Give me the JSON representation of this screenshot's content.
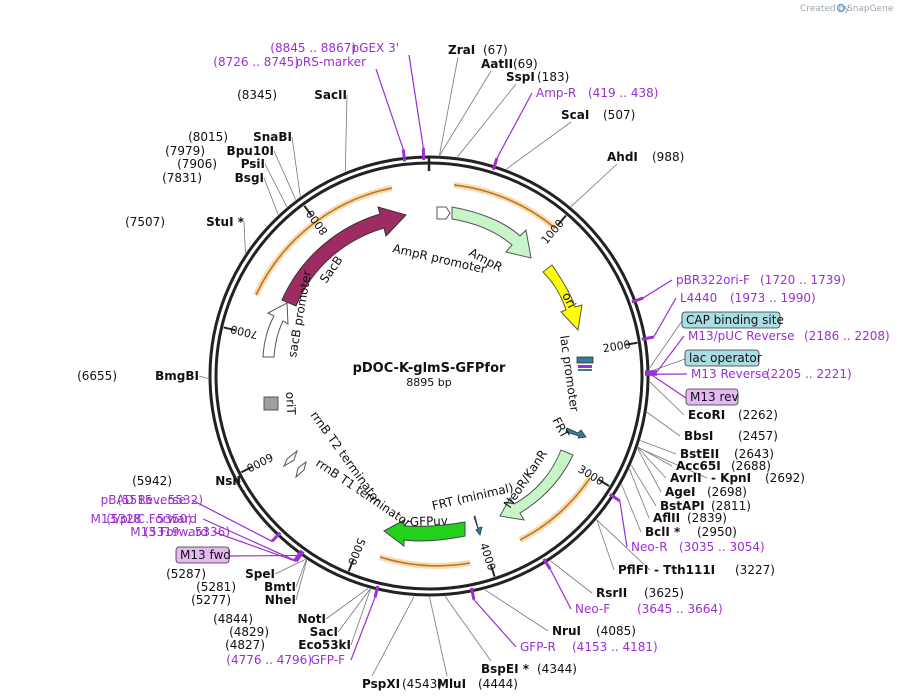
{
  "plasmid": {
    "name": "pDOC-K-glmS-GFPfor",
    "size": "8895 bp",
    "length": 8895
  },
  "watermark": {
    "prefix": "Created by",
    "brand": "SnapGene"
  },
  "colors": {
    "ring": "#222222",
    "primer": "#9b2fd0",
    "orf": "#e8a33a",
    "lead": "#777777"
  },
  "ticks": [
    {
      "label": "1000",
      "bp": 1000
    },
    {
      "label": "2000",
      "bp": 2000
    },
    {
      "label": "3000",
      "bp": 3000
    },
    {
      "label": "4000",
      "bp": 4000
    },
    {
      "label": "5000",
      "bp": 5000
    },
    {
      "label": "6000",
      "bp": 6000
    },
    {
      "label": "7000",
      "bp": 7000
    },
    {
      "label": "8000",
      "bp": 8000
    }
  ],
  "sites": [
    {
      "name": "ZraI",
      "pos": "(67)",
      "bp": 67
    },
    {
      "name": "AatII",
      "pos": "(69)",
      "bp": 69
    },
    {
      "name": "SspI",
      "pos": "(183)",
      "bp": 183
    },
    {
      "name": "ScaI",
      "pos": "(507)",
      "bp": 507
    },
    {
      "name": "AhdI",
      "pos": "(988)",
      "bp": 988
    },
    {
      "name": "EcoRI",
      "pos": "(2262)",
      "bp": 2262
    },
    {
      "name": "BbsI",
      "pos": "(2457)",
      "bp": 2457
    },
    {
      "name": "BstEII",
      "pos": "(2643)",
      "bp": 2643
    },
    {
      "name": "Acc65I",
      "pos": "(2688)",
      "bp": 2688
    },
    {
      "name": "AvrII",
      "pos": "",
      "bp": 2692
    },
    {
      "name": "- KpnI",
      "pos": "(2692)",
      "bp": 2692
    },
    {
      "name": "AgeI",
      "pos": "(2698)",
      "bp": 2698
    },
    {
      "name": "BstAPI",
      "pos": "(2811)",
      "bp": 2811
    },
    {
      "name": "AflII",
      "pos": "(2839)",
      "bp": 2839
    },
    {
      "name": "BclI *",
      "pos": "(2950)",
      "bp": 2950
    },
    {
      "name": "PflFI",
      "pos": "",
      "bp": 3227
    },
    {
      "name": "- Tth111I",
      "pos": "(3227)",
      "bp": 3227
    },
    {
      "name": "RsrII",
      "pos": "(3625)",
      "bp": 3625
    },
    {
      "name": "NruI",
      "pos": "(4085)",
      "bp": 4085
    },
    {
      "name": "BspEI *",
      "pos": "(4344)",
      "bp": 4344
    },
    {
      "name": "MluI",
      "pos": "(4444)",
      "bp": 4444
    },
    {
      "name": "PspXI",
      "pos": "(4543)",
      "bp": 4543
    },
    {
      "name": "Eco53kI",
      "pos": "(4827)",
      "bp": 4827
    },
    {
      "name": "SacI",
      "pos": "(4829)",
      "bp": 4829
    },
    {
      "name": "NotI",
      "pos": "(4844)",
      "bp": 4844
    },
    {
      "name": "NheI",
      "pos": "(5277)",
      "bp": 5277
    },
    {
      "name": "BmtI",
      "pos": "(5281)",
      "bp": 5281
    },
    {
      "name": "SpeI",
      "pos": "(5287)",
      "bp": 5287
    },
    {
      "name": "NsiI",
      "pos": "(5942)",
      "bp": 5942
    },
    {
      "name": "BmgBI",
      "pos": "(6655)",
      "bp": 6655
    },
    {
      "name": "StuI *",
      "pos": "(7507)",
      "bp": 7507
    },
    {
      "name": "BsgI",
      "pos": "(7831)",
      "bp": 7831
    },
    {
      "name": "PsiI",
      "pos": "(7906)",
      "bp": 7906
    },
    {
      "name": "Bpu10I",
      "pos": "(7979)",
      "bp": 7979
    },
    {
      "name": "SnaBI",
      "pos": "(8015)",
      "bp": 8015
    },
    {
      "name": "SacII",
      "pos": "(8345)",
      "bp": 8345
    }
  ],
  "primers": [
    {
      "name": "pGEX 3'",
      "range": "(8845 .. 8867)"
    },
    {
      "name": "pRS-marker",
      "range": "(8726 .. 8745)"
    },
    {
      "name": "Amp-R",
      "range": "(419 .. 438)"
    },
    {
      "name": "pBR322ori-F",
      "range": "(1720 .. 1739)"
    },
    {
      "name": "L4440",
      "range": "(1973 .. 1990)"
    },
    {
      "name": "M13/pUC Reverse",
      "range": "(2186 .. 2208)"
    },
    {
      "name": "M13 Reverse",
      "range": "(2205 .. 2221)"
    },
    {
      "name": "Neo-R",
      "range": "(3035 .. 3054)"
    },
    {
      "name": "Neo-F",
      "range": "(3645 .. 3664)"
    },
    {
      "name": "GFP-R",
      "range": "(4153 .. 4181)"
    },
    {
      "name": "GFP-F",
      "range": "(4776 .. 4796)"
    },
    {
      "name": "M13/pUC Forward",
      "range": "(5328 .. 5350)"
    },
    {
      "name": "M13 Forward",
      "range": "(5319 .. 5336)"
    },
    {
      "name": "pBAD Reverse",
      "range": "(5515 .. 5532)"
    }
  ],
  "boxed": [
    {
      "name": "CAP binding site",
      "color": "#a9dde3"
    },
    {
      "name": "lac operator",
      "color": "#a9dde3"
    },
    {
      "name": "M13 rev",
      "color": "#e5b8f2"
    },
    {
      "name": "M13 fwd",
      "color": "#e5b8f2"
    }
  ],
  "features": [
    {
      "name": "AmpR",
      "color": "#c7f5c7"
    },
    {
      "name": "AmpR promoter",
      "color": "#ffffff"
    },
    {
      "name": "ori",
      "color": "#ffff00"
    },
    {
      "name": "lac promoter",
      "color": "#ffffff"
    },
    {
      "name": "FRT",
      "color": "#2f7f9c"
    },
    {
      "name": "NeoR/KanR",
      "color": "#c7f5c7"
    },
    {
      "name": "FRT (minimal)",
      "color": "#2f7f9c"
    },
    {
      "name": "GFPuv",
      "color": "#22d11a"
    },
    {
      "name": "rrnB T1 terminator",
      "color": "#ffffff"
    },
    {
      "name": "rrnB T2 terminator",
      "color": "#ffffff"
    },
    {
      "name": "oriT",
      "color": "#9aa0a6"
    },
    {
      "name": "sacB promoter",
      "color": "#ffffff"
    },
    {
      "name": "SacB",
      "color": "#9e2c63"
    }
  ]
}
